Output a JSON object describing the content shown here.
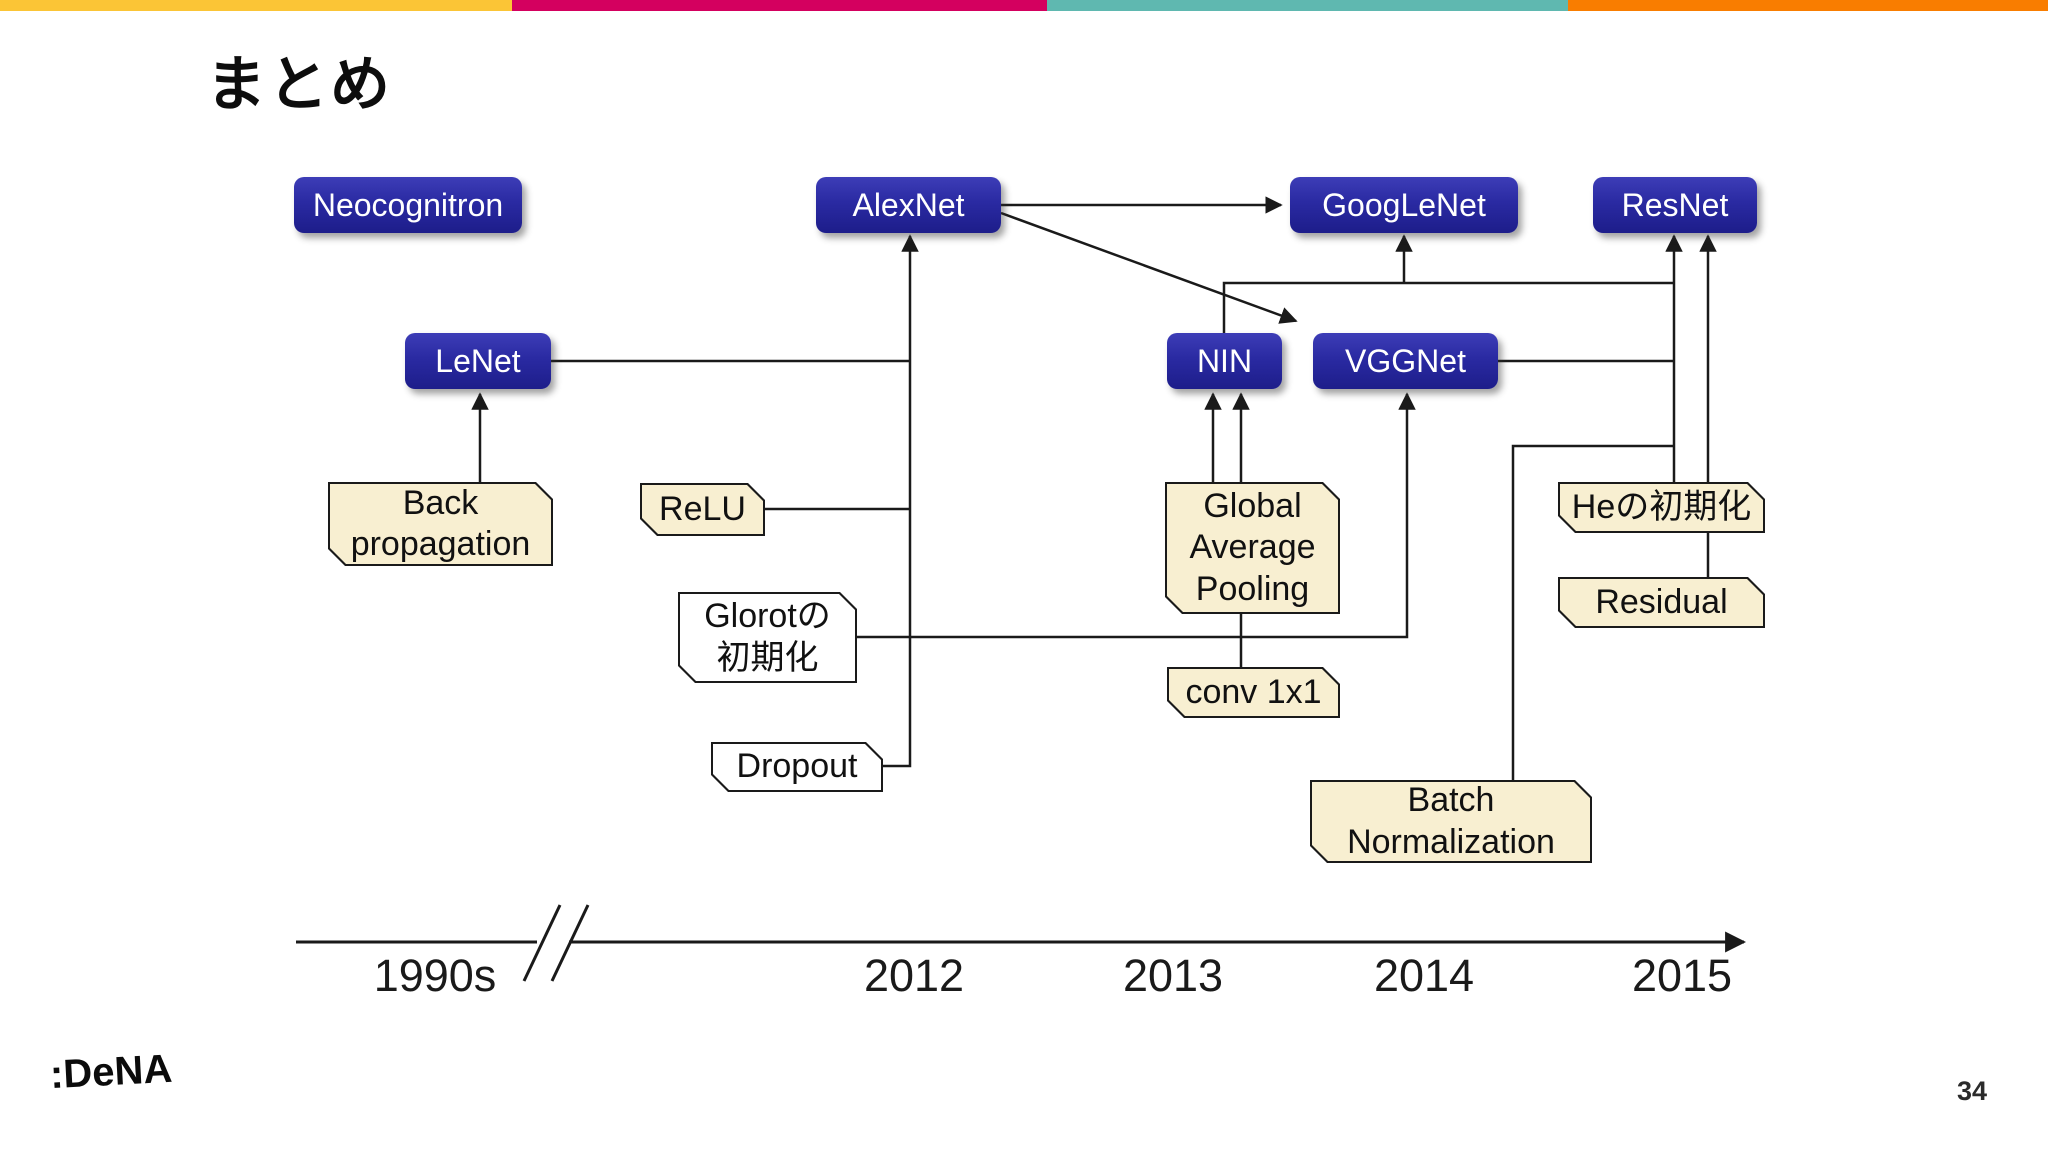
{
  "slide": {
    "title": "まとめ",
    "page_number": "34",
    "logo_text": ":DeNA"
  },
  "accent_bar": {
    "colors": [
      "#fbc536",
      "#d4005f",
      "#5fb8b0",
      "#f97d00"
    ]
  },
  "colors": {
    "node_fill": "#2a2aa2",
    "node_text": "#ffffff",
    "tag_fill_cream": "#f8efd1",
    "tag_fill_white": "#ffffff",
    "line": "#1a1a1a"
  },
  "network_nodes": [
    {
      "id": "neocognitron",
      "label": "Neocognitron"
    },
    {
      "id": "lenet",
      "label": "LeNet"
    },
    {
      "id": "alexnet",
      "label": "AlexNet"
    },
    {
      "id": "nin",
      "label": "NIN"
    },
    {
      "id": "vggnet",
      "label": "VGGNet"
    },
    {
      "id": "googlenet",
      "label": "GoogLeNet"
    },
    {
      "id": "resnet",
      "label": "ResNet"
    }
  ],
  "technique_tags": [
    {
      "id": "back-propagation",
      "label": "Back\npropagation",
      "fill": "cream"
    },
    {
      "id": "relu",
      "label": "ReLU",
      "fill": "cream"
    },
    {
      "id": "glorot-initialization",
      "label": "Glorotの\n初期化",
      "fill": "white"
    },
    {
      "id": "dropout",
      "label": "Dropout",
      "fill": "white"
    },
    {
      "id": "global-average-pooling",
      "label": "Global\nAverage\nPooling",
      "fill": "cream"
    },
    {
      "id": "conv-1x1",
      "label": "conv 1x1",
      "fill": "cream"
    },
    {
      "id": "he-initialization",
      "label": "Heの初期化",
      "fill": "cream"
    },
    {
      "id": "residual",
      "label": "Residual",
      "fill": "cream"
    },
    {
      "id": "batch-normalization",
      "label": "Batch\nNormalization",
      "fill": "cream"
    }
  ],
  "timeline": {
    "labels": [
      "1990s",
      "2012",
      "2013",
      "2014",
      "2015"
    ]
  }
}
